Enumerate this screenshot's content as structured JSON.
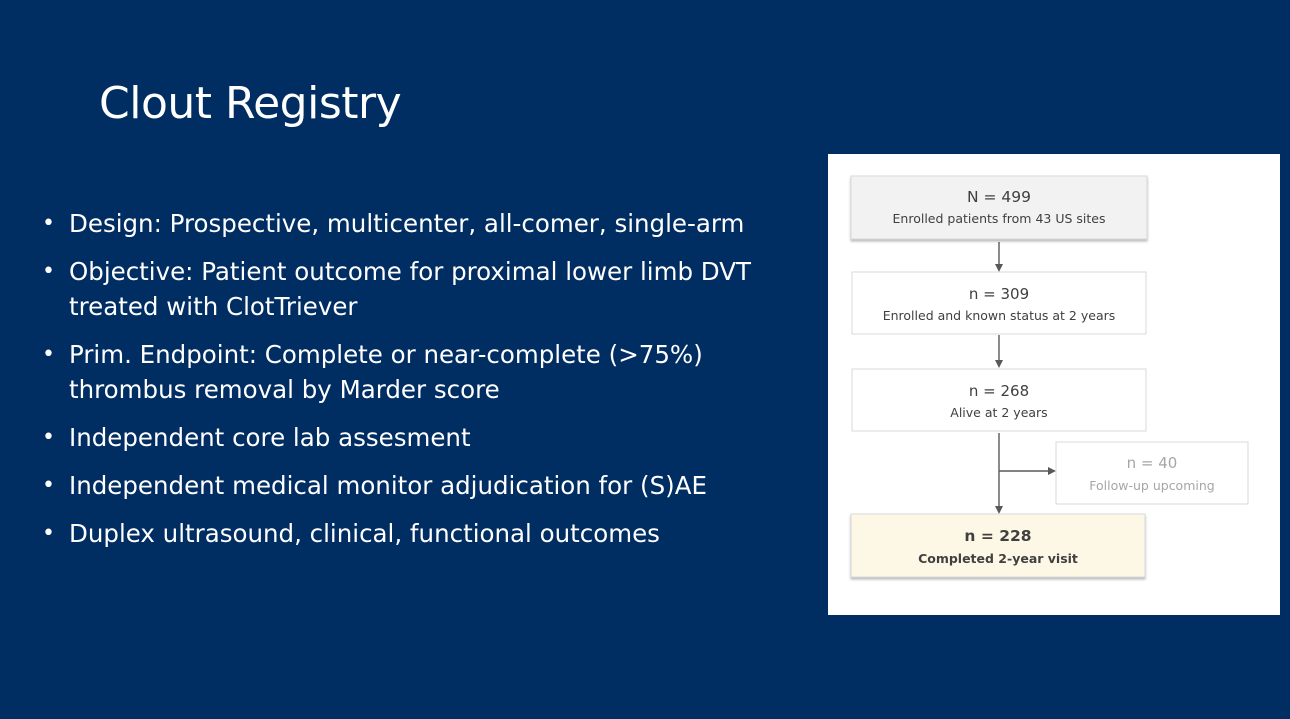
{
  "slide": {
    "title": "Clout Registry",
    "bullets": [
      "Design: Prospective, multicenter, all-comer, single-arm",
      "Objective: Patient outcome for proximal lower limb DVT treated with ClotTriever",
      "Prim. Endpoint: Complete or near-complete (>75%) thrombus removal by Marder score",
      "Independent core lab assesment",
      "Independent medical monitor adjudication for (S)AE",
      "Duplex ultrasound, clinical, functional outcomes"
    ]
  },
  "flowchart": {
    "boxes": [
      {
        "count": "N = 499",
        "label": "Enrolled patients from 43 US sites"
      },
      {
        "count": "n = 309",
        "label": "Enrolled and known status at 2 years"
      },
      {
        "count": "n = 268",
        "label": "Alive at 2 years"
      },
      {
        "count": "n = 40",
        "label": "Follow-up upcoming"
      },
      {
        "count": "n = 228",
        "label": "Completed 2-year visit"
      }
    ]
  },
  "colors": {
    "background": "#002d62",
    "text": "#ffffff",
    "box_top_fill": "#f2f2f2",
    "box_final_fill": "#fdf8e6",
    "box_border": "#d9d9d9",
    "arrow": "#595959",
    "muted_text": "#a6a6a6"
  }
}
